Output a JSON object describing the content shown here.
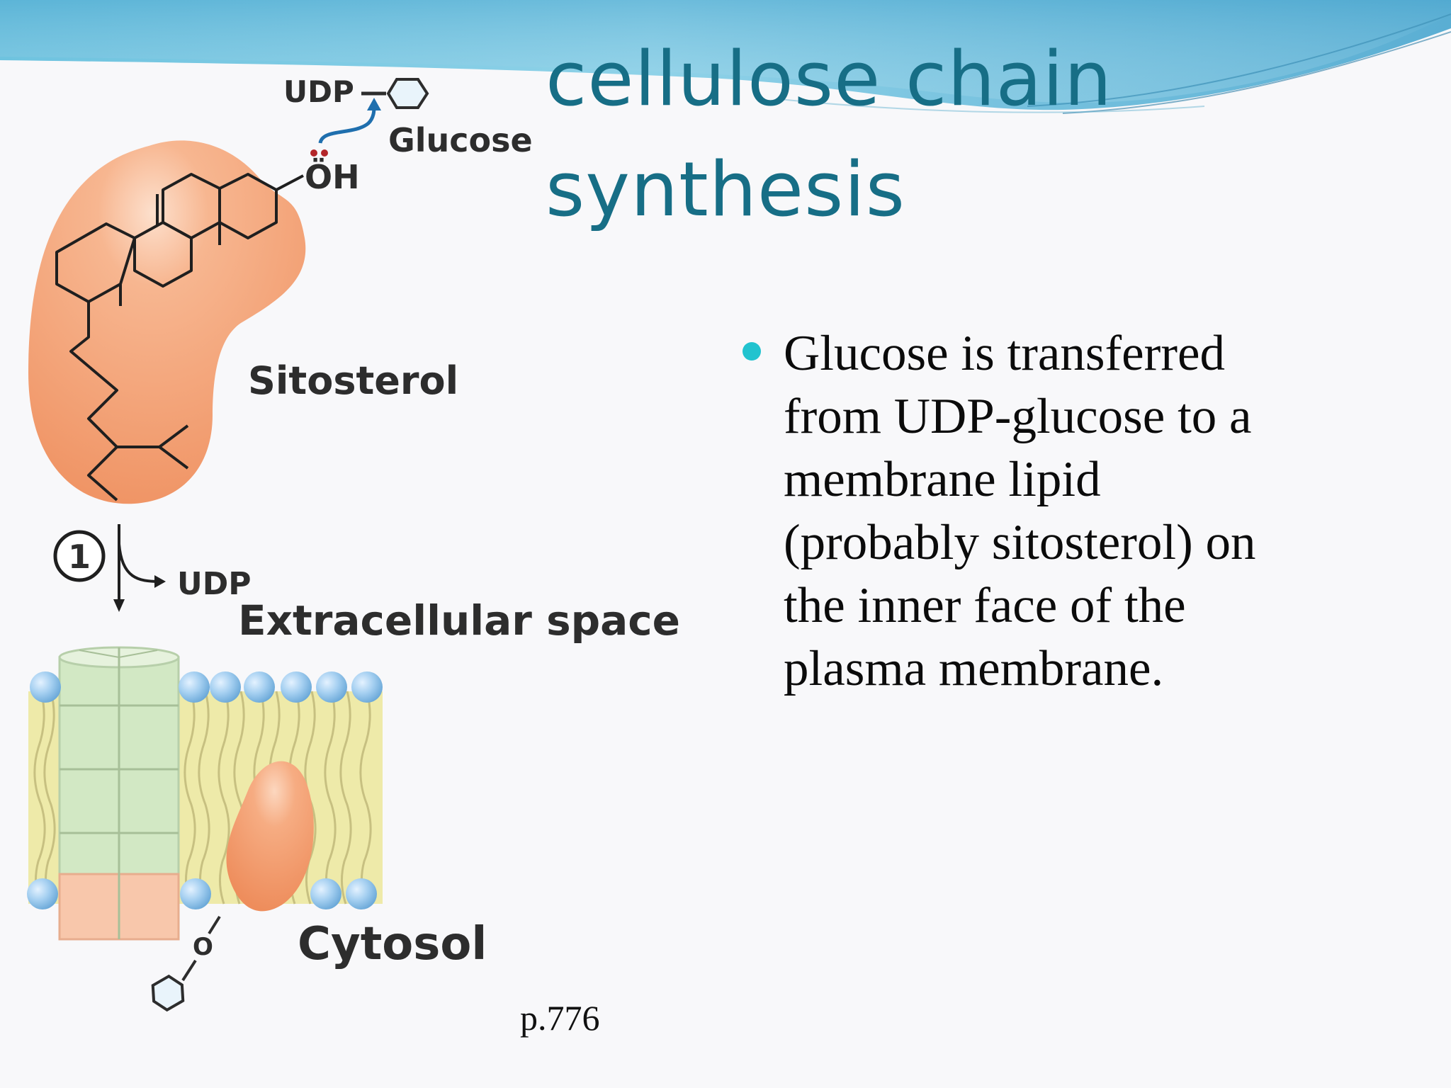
{
  "slide": {
    "title_lines": [
      "cellulose chain",
      "synthesis"
    ],
    "bullet": "Glucose is transferred\nfrom UDP-glucose to a\nmembrane lipid\n(probably sitosterol) on\nthe inner face of the\nplasma membrane.",
    "page_ref": "p.776"
  },
  "diagram": {
    "labels": {
      "udp_top": "UDP",
      "glucose": "Glucose",
      "oh": "ÖH",
      "sitosterol": "Sitosterol",
      "step_number": "1",
      "udp_step": "UDP",
      "extracellular": "Extracellular space",
      "cytosol": "Cytosol",
      "oxygen": "O"
    },
    "colors": {
      "title": "#176e86",
      "bullet": "#22c3cf",
      "sitosterol_blob": "#f4a77b",
      "phospholipid_head": "#8ec3ec",
      "lipid_tails": "#ede8a8",
      "synthase_green": "#cfe7c2",
      "synthase_peach": "#f7c5a8",
      "header_band": "#5fb8d6"
    }
  }
}
